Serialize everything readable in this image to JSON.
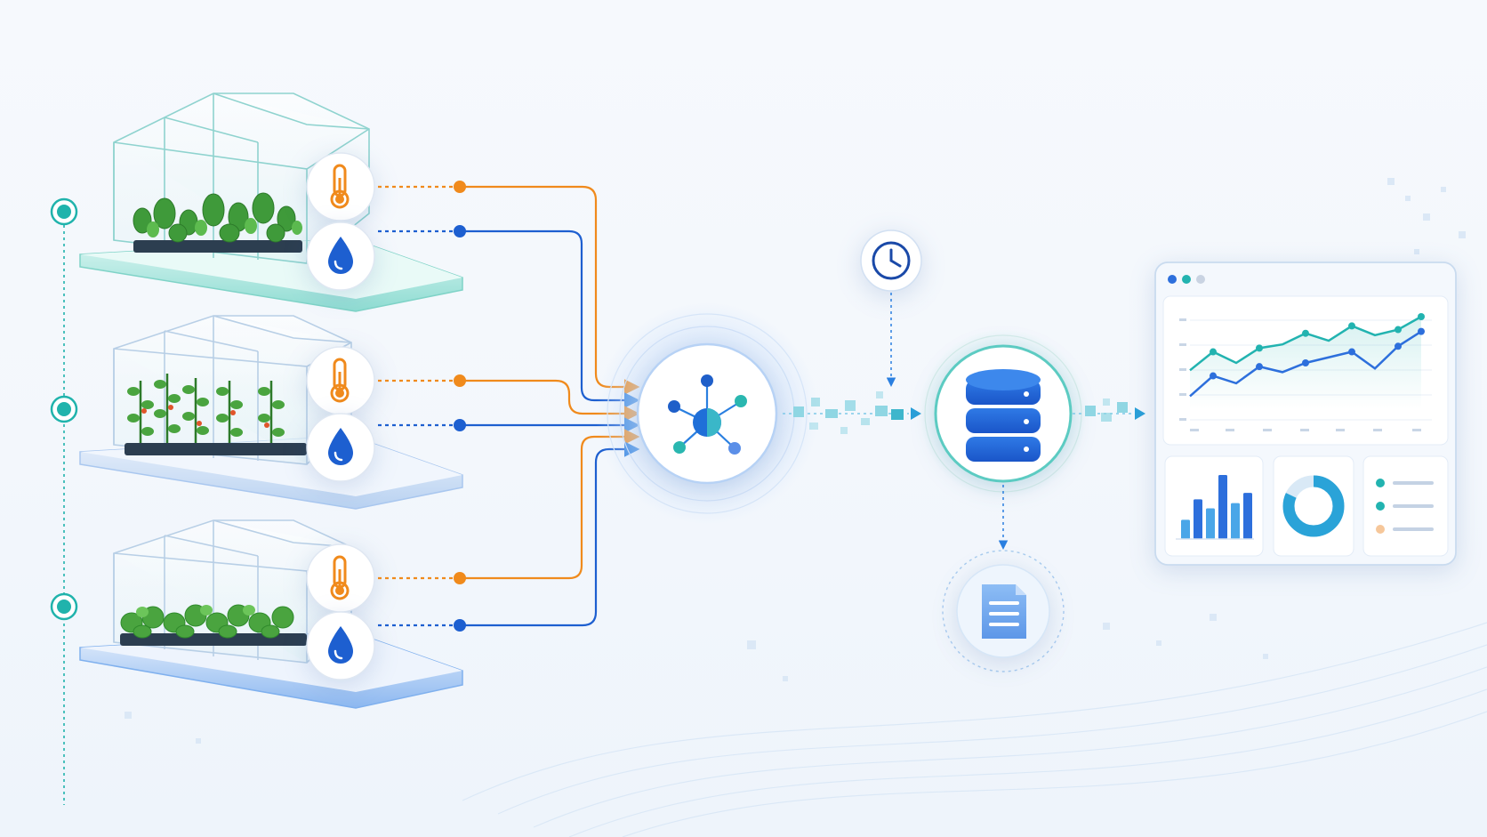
{
  "colors": {
    "temperature": "#f08a1c",
    "humidity": "#1d5fd0",
    "teal": "#2ab7b0",
    "timeline": "#20b3ac",
    "hub": "#2a7fe0",
    "database": "#1e62d8",
    "document": "#6fa7ee",
    "chart_line_teal": "#22b3b0",
    "chart_line_blue": "#2d6fdc"
  },
  "greenhouses": [
    {
      "crop": "leafy-seedlings",
      "sensors": [
        "thermometer-icon",
        "water-drop-icon"
      ]
    },
    {
      "crop": "tomato-vines",
      "sensors": [
        "thermometer-icon",
        "water-drop-icon"
      ]
    },
    {
      "crop": "lettuce-rows",
      "sensors": [
        "thermometer-icon",
        "water-drop-icon"
      ]
    }
  ],
  "pipeline": [
    {
      "stage": "sensor-hub",
      "icon": "network-hub-icon"
    },
    {
      "stage": "scheduler",
      "icon": "clock-icon"
    },
    {
      "stage": "database",
      "icon": "database-icon"
    },
    {
      "stage": "report",
      "icon": "document-icon"
    },
    {
      "stage": "dashboard",
      "icon": "dashboard-window-icon"
    }
  ],
  "dashboard": {
    "window_dots": [
      "#2d6fdc",
      "#22b3b0",
      "#c9d3e2"
    ],
    "line_chart": {
      "series_teal": [
        0.42,
        0.62,
        0.5,
        0.66,
        0.7,
        0.82,
        0.74,
        0.9,
        0.8,
        0.86,
        1.0
      ],
      "series_blue": [
        0.14,
        0.36,
        0.28,
        0.46,
        0.4,
        0.5,
        0.56,
        0.62,
        0.44,
        0.68,
        0.84
      ]
    },
    "bar_chart": {
      "values": [
        0.3,
        0.62,
        0.48,
        1.0,
        0.56,
        0.72
      ]
    },
    "donut_chart": {
      "fraction": 0.82
    },
    "legend_dots": [
      "#22b3b0",
      "#22b3b0",
      "#f6c79a"
    ]
  }
}
